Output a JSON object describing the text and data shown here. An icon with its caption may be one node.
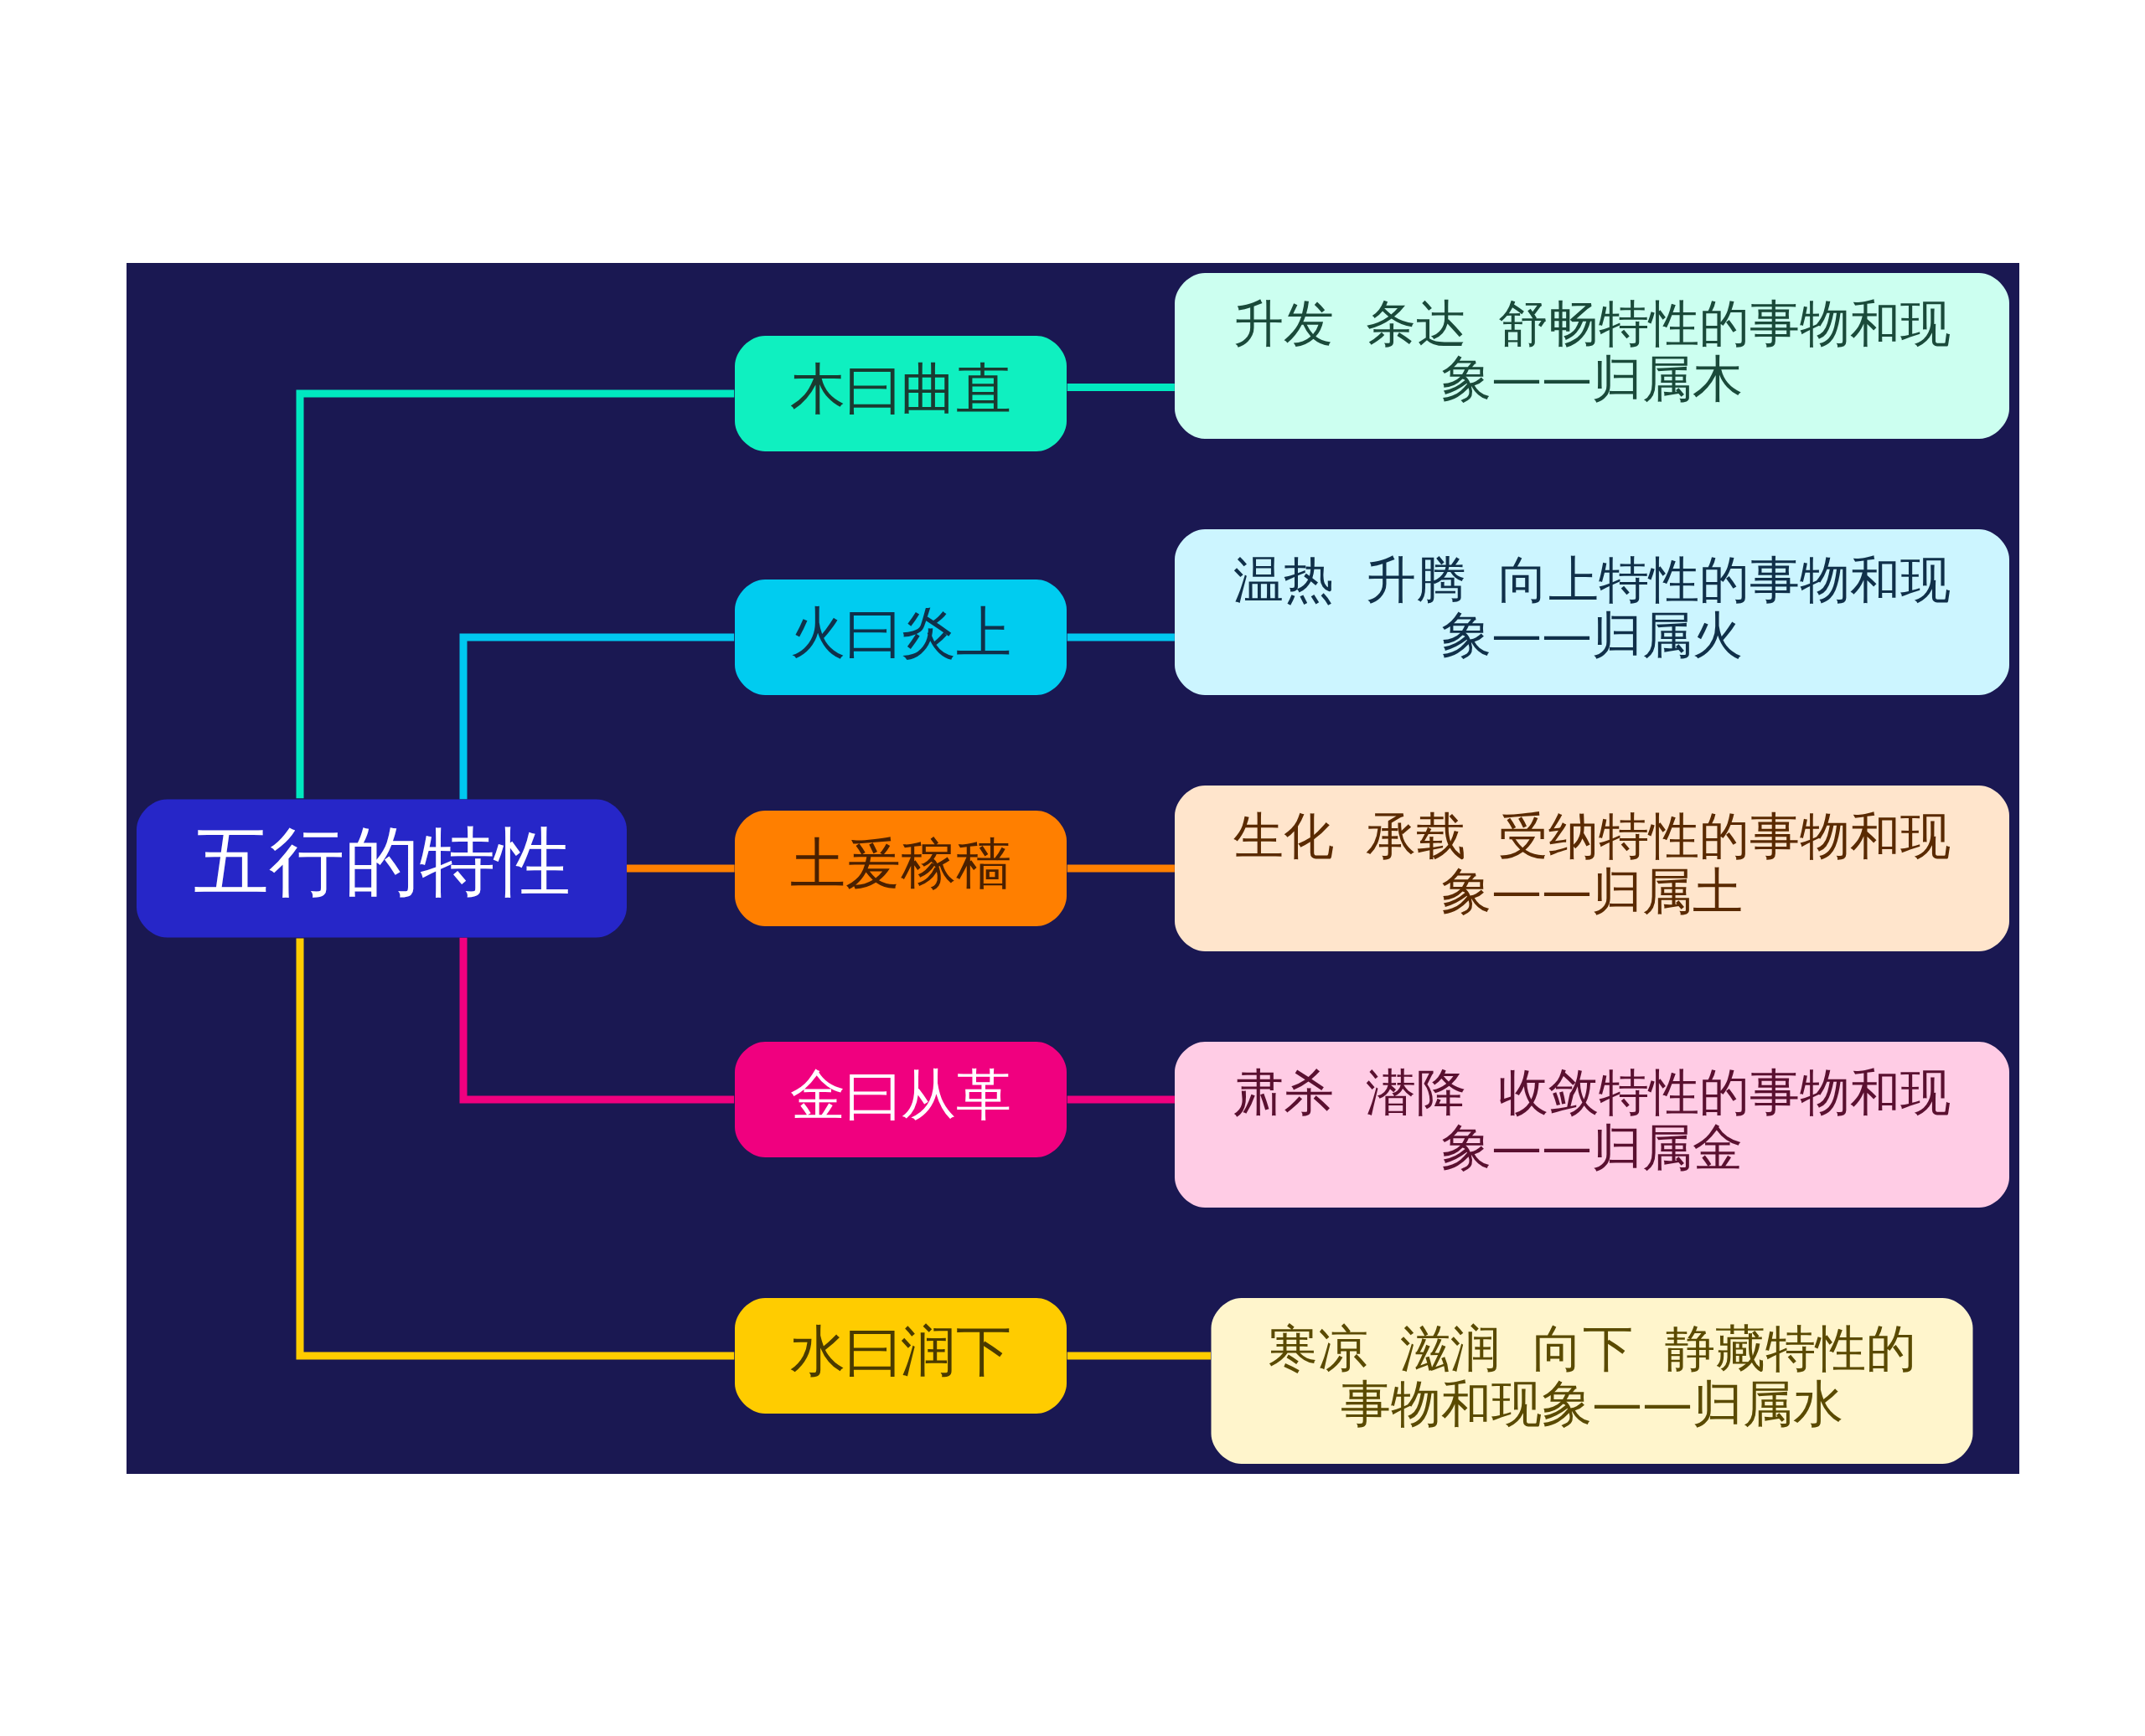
{
  "diagram": {
    "nodes": [
      {
        "text": [
          "五行的特性"
        ]
      },
      {
        "text": [
          "木曰曲直"
        ]
      },
      {
        "text": [
          "升发  条达  舒畅特性的事物和现象——归属木"
        ]
      },
      {
        "text": [
          "火曰炎上"
        ]
      },
      {
        "text": [
          "温热  升腾  向上特性的事物和现象——归属火"
        ]
      },
      {
        "text": [
          "土爰稼穑"
        ]
      },
      {
        "text": [
          "生化  承载  受纳特性的事物和现象——归属土"
        ]
      },
      {
        "text": [
          "金曰从革"
        ]
      },
      {
        "text": [
          "肃杀  潜降  收敛特性的事物和现象——归属金"
        ]
      },
      {
        "text": [
          "水曰润下"
        ]
      },
      {
        "text": [
          "寒凉  滋润  向下  静藏特性的事物和现象——归属水"
        ]
      }
    ],
    "edges": [
      {
        "from": 0,
        "to": 1,
        "arrow": "none",
        "color": "#00e8c0"
      },
      {
        "from": 1,
        "to": 2,
        "arrow": "none",
        "color": "#00e8c0"
      },
      {
        "from": 0,
        "to": 3,
        "arrow": "none",
        "color": "#00c8f0"
      },
      {
        "from": 3,
        "to": 4,
        "arrow": "none",
        "color": "#00c8f0"
      },
      {
        "from": 0,
        "to": 5,
        "arrow": "none",
        "color": "#ff8000"
      },
      {
        "from": 5,
        "to": 6,
        "arrow": "none",
        "color": "#ff8000"
      },
      {
        "from": 0,
        "to": 7,
        "arrow": "none",
        "color": "#f0007f"
      },
      {
        "from": 7,
        "to": 8,
        "arrow": "none",
        "color": "#f0007f"
      },
      {
        "from": 0,
        "to": 9,
        "arrow": "none",
        "color": "#ffcc00"
      },
      {
        "from": 9,
        "to": 10,
        "arrow": "none",
        "color": "#ffcc00"
      }
    ]
  }
}
